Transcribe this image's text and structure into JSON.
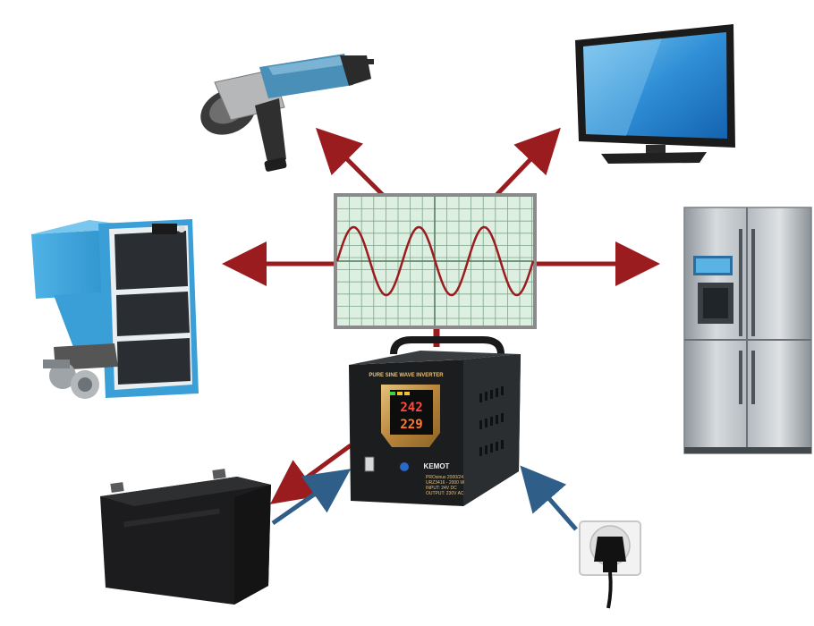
{
  "inverter": {
    "panel_title": "PURE SINE WAVE INVERTER",
    "display_top": "242",
    "display_bottom": "229",
    "brand": "KEMOT",
    "model_lines": [
      "PROsinus 2000/24",
      "URZ3416 - 2000 W",
      "INPUT: 24V DC",
      "OUTPUT: 230V AC"
    ]
  },
  "colors": {
    "output_arrow": "#9b1c1f",
    "input_arrow": "#2f5f88",
    "sine_wave": "#9b1c1f",
    "scope_background": "#dcefe0",
    "scope_grid": "#7fa68a",
    "inverter_gold": "#c99a4a"
  },
  "icons": [
    "angle-grinder-icon",
    "television-icon",
    "pellet-boiler-icon",
    "refrigerator-icon",
    "oscilloscope-icon",
    "inverter-icon",
    "battery-icon",
    "wall-socket-icon"
  ]
}
